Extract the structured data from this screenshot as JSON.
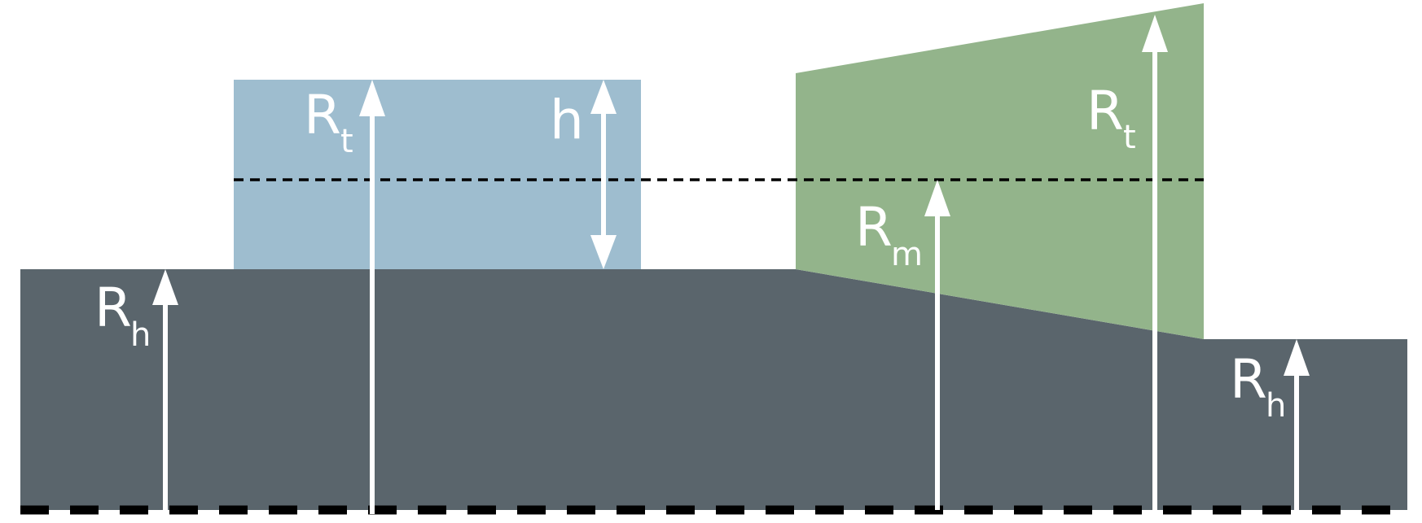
{
  "colors": {
    "background": "#ffffff",
    "base": "#5a656c",
    "rect": "#9ebdcf",
    "trapezoid": "#93b48b",
    "arrow": "#ffffff",
    "dash": "#000000"
  },
  "labels": {
    "rh_left": {
      "main": "R",
      "sub": "h"
    },
    "rt_left": {
      "main": "R",
      "sub": "t"
    },
    "h": {
      "main": "h"
    },
    "rm": {
      "main": "R",
      "sub": "m"
    },
    "rt_right": {
      "main": "R",
      "sub": "t"
    },
    "rh_right": {
      "main": "R",
      "sub": "h"
    }
  }
}
